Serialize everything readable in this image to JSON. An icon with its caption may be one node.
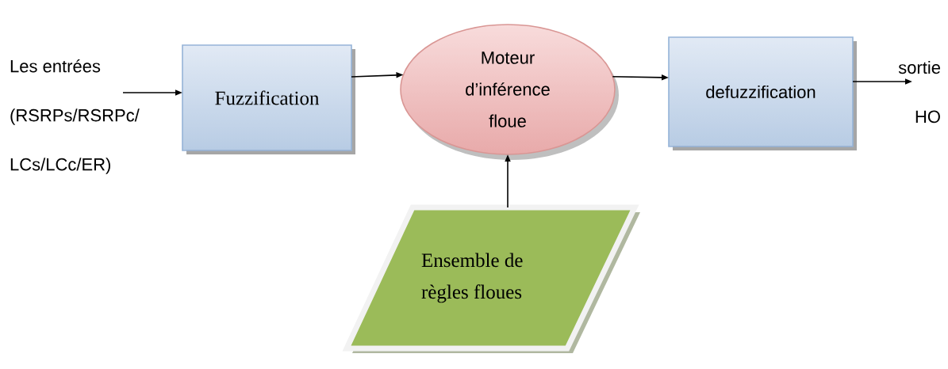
{
  "diagram": {
    "nodes": [
      {
        "text": [
          "Fuzzification"
        ]
      },
      {
        "text": [
          "Moteur d’inférence floue"
        ]
      },
      {
        "text": [
          "defuzzification"
        ]
      },
      {
        "text": [
          "Ensemble de règles floues"
        ]
      },
      {
        "text": [
          "Les entrées (RSRPs/RSRPc/ LCs/LCc/ER)"
        ]
      },
      {
        "text": [
          "sortie HO"
        ]
      }
    ],
    "edges": [
      {
        "from": 4,
        "to": 0,
        "arrow": "to"
      },
      {
        "from": 0,
        "to": 1,
        "arrow": "to"
      },
      {
        "from": 1,
        "to": 2,
        "arrow": "to"
      },
      {
        "from": 2,
        "to": 5,
        "arrow": "to"
      },
      {
        "from": 3,
        "to": 1,
        "arrow": "to"
      }
    ]
  }
}
